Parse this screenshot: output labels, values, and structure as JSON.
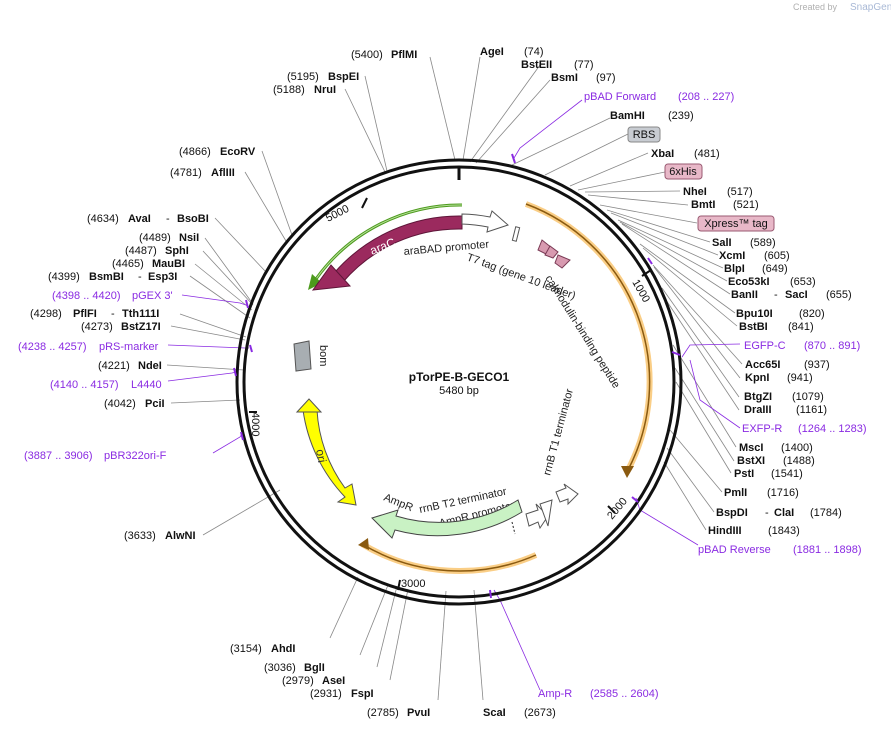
{
  "credit": {
    "created_by": "Created by",
    "brand": "SnapGene"
  },
  "plasmid": {
    "name": "pTorPE-B-GECO1",
    "length": "5480 bp"
  },
  "ticks": [
    "5000",
    "1000",
    "2000",
    "3000",
    "4000"
  ],
  "features": {
    "araC": "araC",
    "araBAD_promoter": "araBAD promoter",
    "t7_tag": "T7 tag (gene 10 leader)",
    "calmodulin": "calmodulin-binding peptide",
    "rrnB_T1": "rrnB T1 terminator",
    "rrnB_T2": "rrnB T2 terminator",
    "AmpR_promoter": "AmpR promoter",
    "AmpR": "AmpR",
    "ori": "ori",
    "bom": "bom",
    "RBS": "RBS",
    "his": "6xHis",
    "xpress": "Xpress™ tag"
  },
  "sites": {
    "AgeI": {
      "name": "AgeI",
      "pos": "(74)"
    },
    "BstEII": {
      "name": "BstEII",
      "pos": "(77)"
    },
    "BsmI": {
      "name": "BsmI",
      "pos": "(97)"
    },
    "pBADF": {
      "name": "pBAD Forward",
      "pos": "(208 .. 227)"
    },
    "BamHI": {
      "name": "BamHI",
      "pos": "(239)"
    },
    "XbaI": {
      "name": "XbaI",
      "pos": "(481)"
    },
    "NheI": {
      "name": "NheI",
      "pos": "(517)"
    },
    "BmtI": {
      "name": "BmtI",
      "pos": "(521)"
    },
    "SalI": {
      "name": "SalI",
      "pos": "(589)"
    },
    "XcmI": {
      "name": "XcmI",
      "pos": "(605)"
    },
    "BlpI": {
      "name": "BlpI",
      "pos": "(649)"
    },
    "Eco53kI": {
      "name": "Eco53kI",
      "pos": "(653)"
    },
    "BanII": {
      "name": "BanII",
      "sep": "-",
      "name2": "SacI",
      "pos": "(655)"
    },
    "Bpu10I": {
      "name": "Bpu10I",
      "pos": "(820)"
    },
    "BstBI": {
      "name": "BstBI",
      "pos": "(841)"
    },
    "EGFPC": {
      "name": "EGFP-C",
      "pos": "(870 .. 891)"
    },
    "Acc65I": {
      "name": "Acc65I",
      "pos": "(937)"
    },
    "KpnI": {
      "name": "KpnI",
      "pos": "(941)"
    },
    "BtgZI": {
      "name": "BtgZI",
      "pos": "(1079)"
    },
    "DraIII": {
      "name": "DraIII",
      "pos": "(1161)"
    },
    "EXFPR": {
      "name": "EXFP-R",
      "pos": "(1264 .. 1283)"
    },
    "MscI": {
      "name": "MscI",
      "pos": "(1400)"
    },
    "BstXI": {
      "name": "BstXI",
      "pos": "(1488)"
    },
    "PstI": {
      "name": "PstI",
      "pos": "(1541)"
    },
    "PmlI": {
      "name": "PmlI",
      "pos": "(1716)"
    },
    "BspDI": {
      "name": "BspDI",
      "sep": "-",
      "name2": "ClaI",
      "pos": "(1784)"
    },
    "HindIII": {
      "name": "HindIII",
      "pos": "(1843)"
    },
    "pBADR": {
      "name": "pBAD Reverse",
      "pos": "(1881 .. 1898)"
    },
    "AmpRp": {
      "name": "Amp-R",
      "pos": "(2585 .. 2604)"
    },
    "ScaI": {
      "name": "ScaI",
      "pos": "(2673)"
    },
    "PvuI": {
      "name": "PvuI",
      "pos": "(2785)"
    },
    "FspI": {
      "name": "FspI",
      "pos": "(2931)"
    },
    "AseI": {
      "name": "AseI",
      "pos": "(2979)"
    },
    "BglI": {
      "name": "BglI",
      "pos": "(3036)"
    },
    "AhdI": {
      "name": "AhdI",
      "pos": "(3154)"
    },
    "AlwNI": {
      "name": "AlwNI",
      "pos": "(3633)"
    },
    "pBR322oriF": {
      "name": "pBR322ori-F",
      "pos": "(3887 .. 3906)"
    },
    "PciI": {
      "name": "PciI",
      "pos": "(4042)"
    },
    "L4440": {
      "name": "L4440",
      "pos": "(4140 .. 4157)"
    },
    "NdeI": {
      "name": "NdeI",
      "pos": "(4221)"
    },
    "pRSmarker": {
      "name": "pRS-marker",
      "pos": "(4238 .. 4257)"
    },
    "BstZ17I": {
      "name": "BstZ17I",
      "pos": "(4273)"
    },
    "PflFI": {
      "name": "PflFI",
      "sep": "-",
      "name2": "Tth111I",
      "pos": "(4298)"
    },
    "pGEX3": {
      "name": "pGEX 3'",
      "pos": "(4398 .. 4420)"
    },
    "BsmBI": {
      "name": "BsmBI",
      "sep": "-",
      "name2": "Esp3I",
      "pos": "(4399)"
    },
    "MauBI": {
      "name": "MauBI",
      "pos": "(4465)"
    },
    "SphI": {
      "name": "SphI",
      "pos": "(4487)"
    },
    "NsiI": {
      "name": "NsiI",
      "pos": "(4489)"
    },
    "AvaI": {
      "name": "AvaI",
      "sep": "-",
      "name2": "BsoBI",
      "pos": "(4634)"
    },
    "AflIII": {
      "name": "AflIII",
      "pos": "(4781)"
    },
    "EcoRV": {
      "name": "EcoRV",
      "pos": "(4866)"
    },
    "NruI": {
      "name": "NruI",
      "pos": "(5188)"
    },
    "BspEI": {
      "name": "BspEI",
      "pos": "(5195)"
    },
    "PflMI": {
      "name": "PflMI",
      "pos": "(5400)"
    }
  },
  "colors": {
    "araC": "#9b2a5e",
    "ampR": "#c9f2c4",
    "ori": "#ffff00",
    "bom": "#a8aeb2",
    "orange": "#f5a623",
    "green": "#4c9a1c",
    "primer": "#8a2be2",
    "tag": "#e8b8c8",
    "rbs": "#c8ccd2"
  }
}
